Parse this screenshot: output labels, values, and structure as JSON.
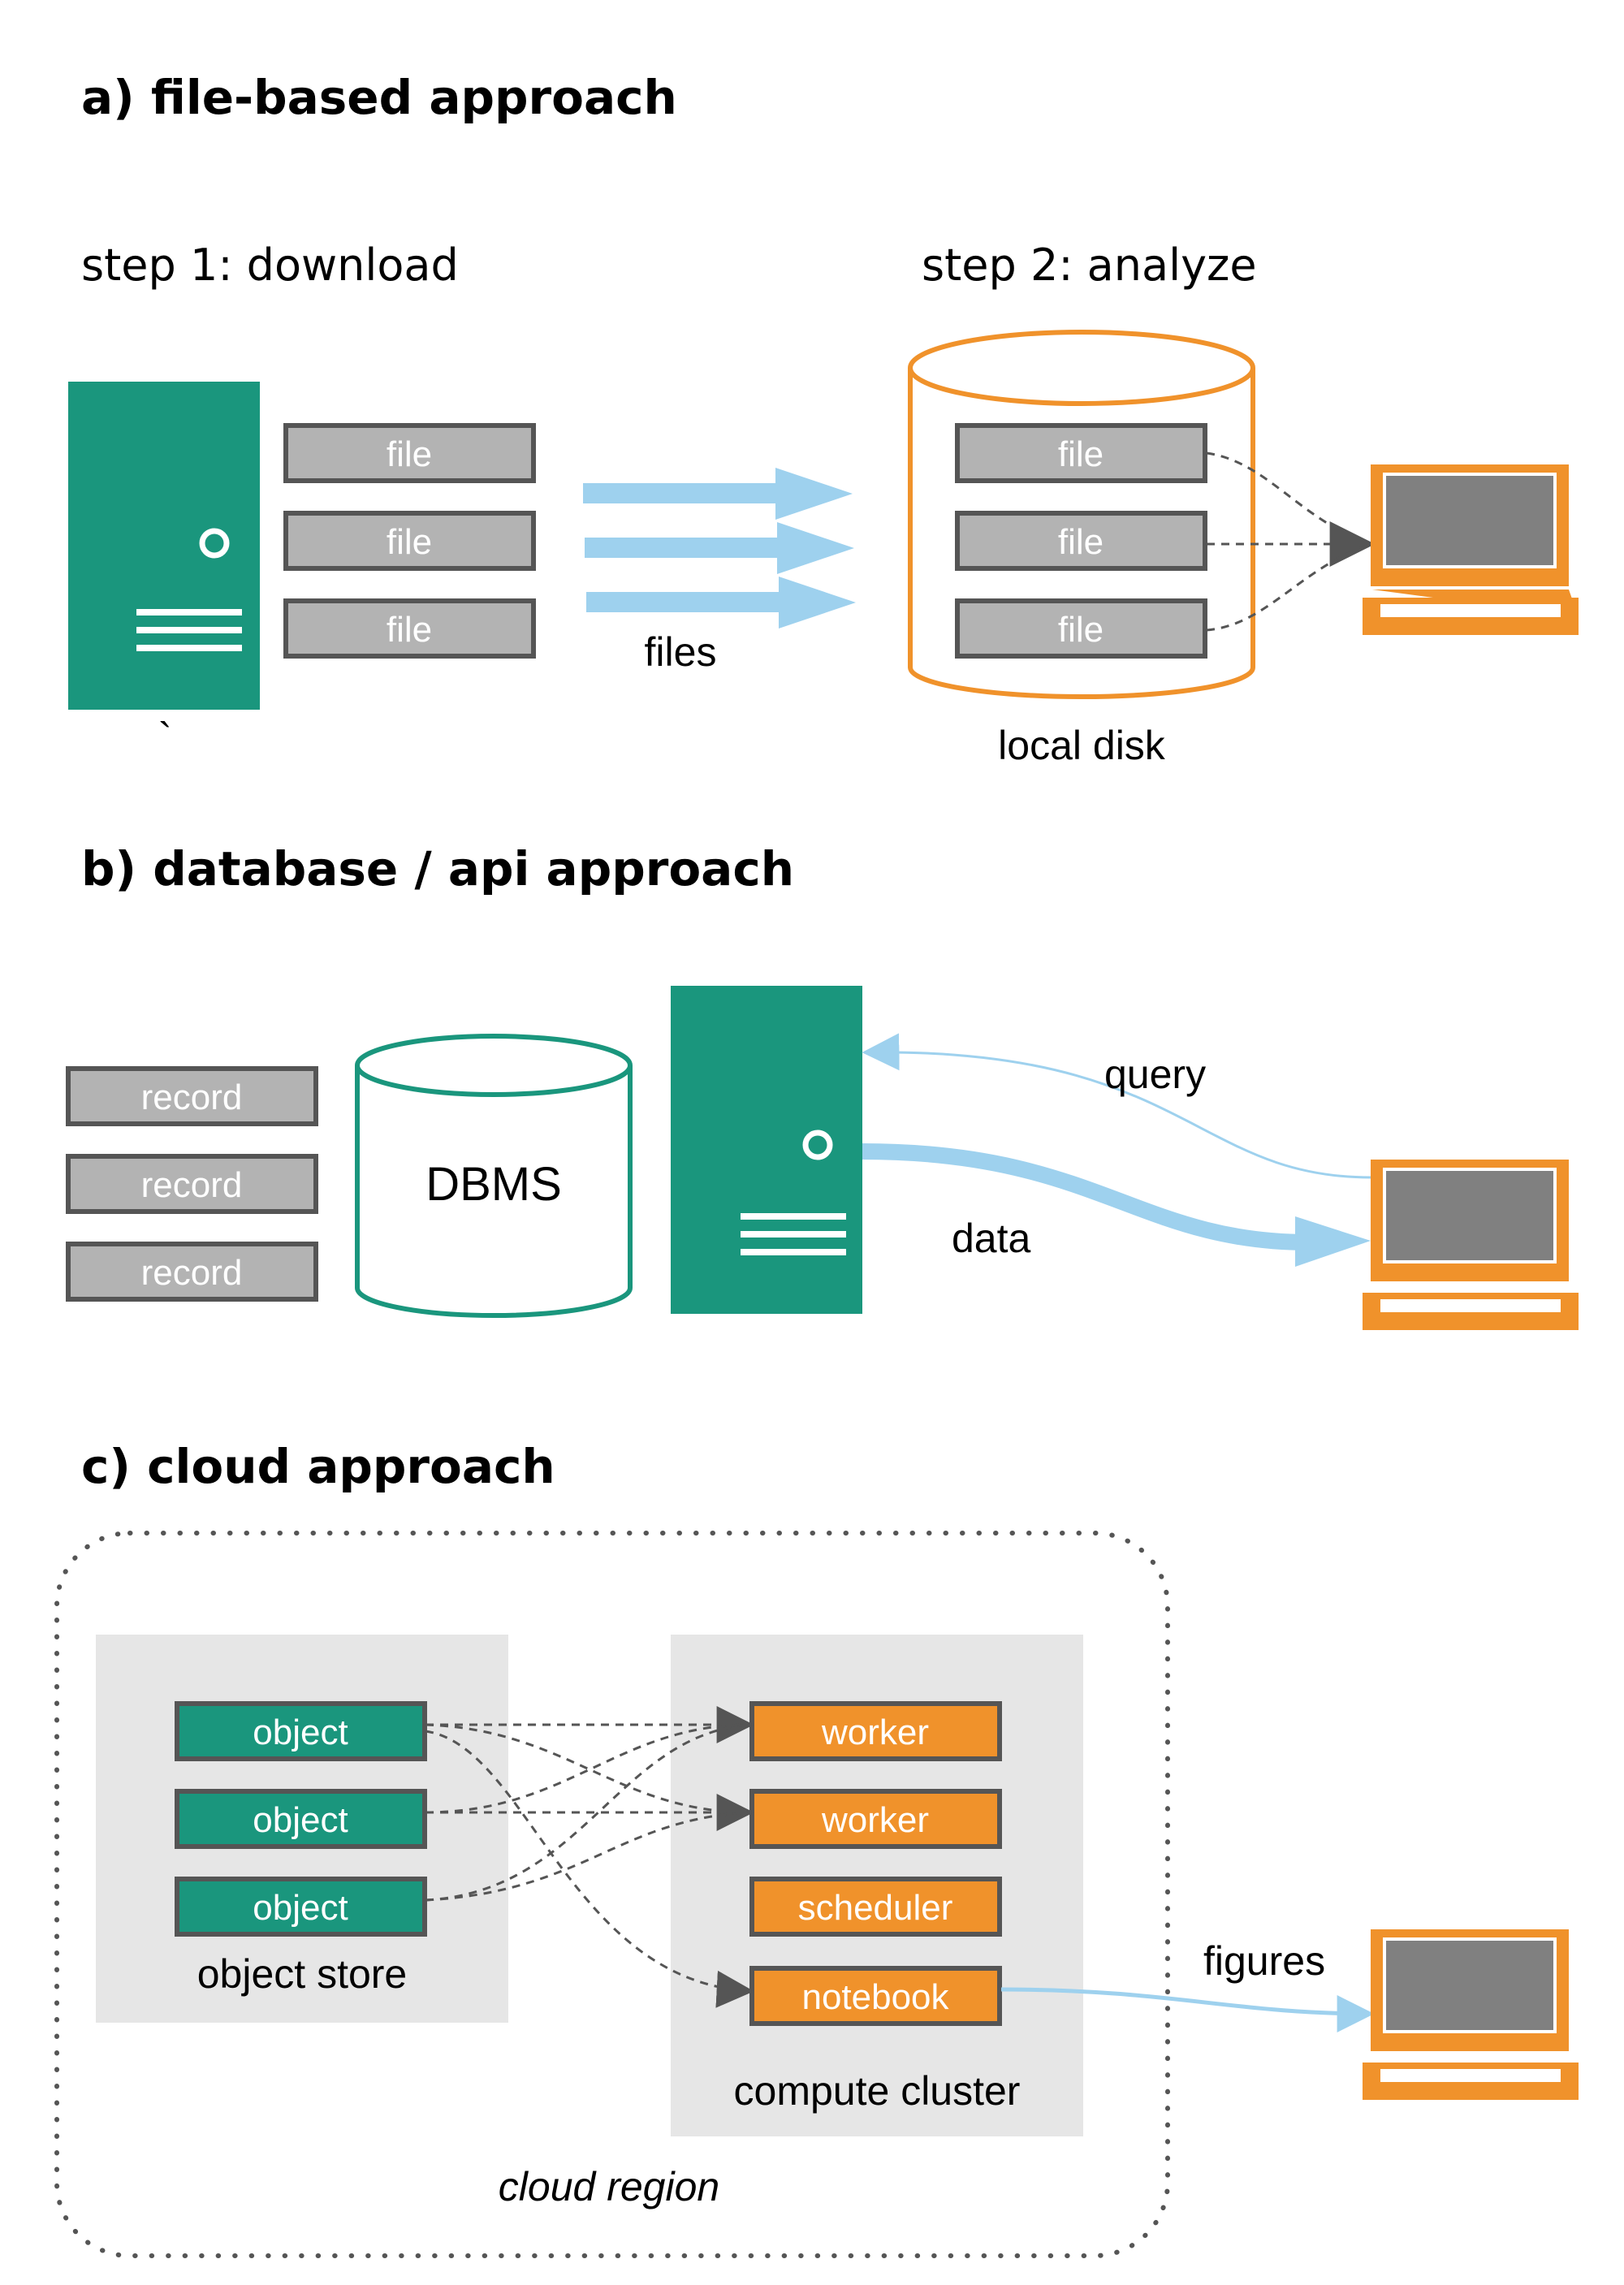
{
  "colors": {
    "teal": "#1a967d",
    "orange": "#f0922b",
    "gray_box": "#b3b3b3",
    "gray_border": "#555555",
    "light_blue": "#9ed1ee",
    "panel": "#e6e6e6",
    "screen": "#808080"
  },
  "section_a": {
    "heading": "a) file-based approach",
    "step1": "step 1: download",
    "step2": "step 2: analyze",
    "server_files": [
      "file",
      "file",
      "file"
    ],
    "stray_mark": "`",
    "arrow_label": "files",
    "disk_files": [
      "file",
      "file",
      "file"
    ],
    "disk_label": "local disk"
  },
  "section_b": {
    "heading": "b) database / api approach",
    "records": [
      "record",
      "record",
      "record"
    ],
    "dbms_label": "DBMS",
    "query_label": "query",
    "data_label": "data"
  },
  "section_c": {
    "heading": "c) cloud approach",
    "objects": [
      "object",
      "object",
      "object"
    ],
    "object_store_label": "object store",
    "cluster_items": [
      "worker",
      "worker",
      "scheduler",
      "notebook"
    ],
    "cluster_label": "compute cluster",
    "figures_label": "figures",
    "region_label": "cloud region"
  }
}
